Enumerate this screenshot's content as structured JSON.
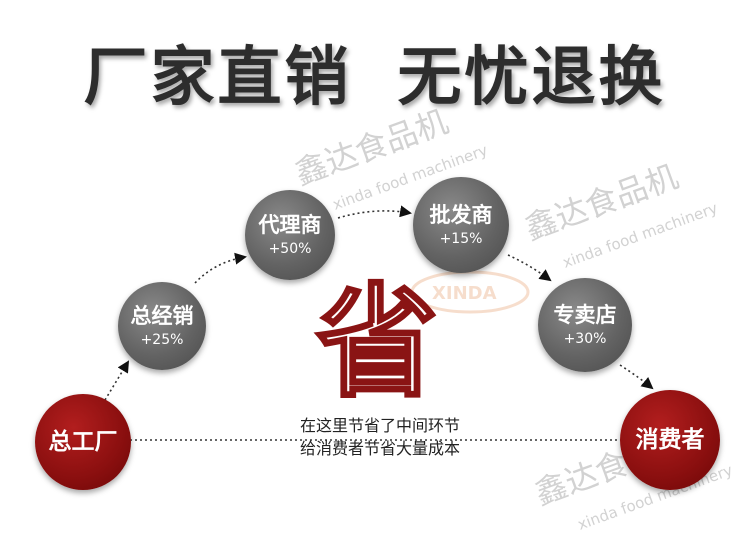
{
  "headline": {
    "left": "厂家直销",
    "right": "无忧退换"
  },
  "watermark": {
    "brand_cn": "鑫达食品机",
    "brand_en": "xinda food machinery",
    "logo": "XINDA"
  },
  "center_char": "省",
  "caption": {
    "line1": "在这里节省了中间环节",
    "line2": "给消费者节省大量成本"
  },
  "nodes": {
    "factory": {
      "name": "总工厂"
    },
    "distributor": {
      "name": "总经销",
      "markup": "+25%"
    },
    "agent": {
      "name": "代理商",
      "markup": "+50%"
    },
    "wholesaler": {
      "name": "批发商",
      "markup": "+15%"
    },
    "store": {
      "name": "专卖店",
      "markup": "+30%"
    },
    "consumer": {
      "name": "消费者"
    }
  },
  "colors": {
    "gray_node": "#5f5f5f",
    "red_node": "#8a0f0f",
    "headline": "#2d2d2d"
  }
}
